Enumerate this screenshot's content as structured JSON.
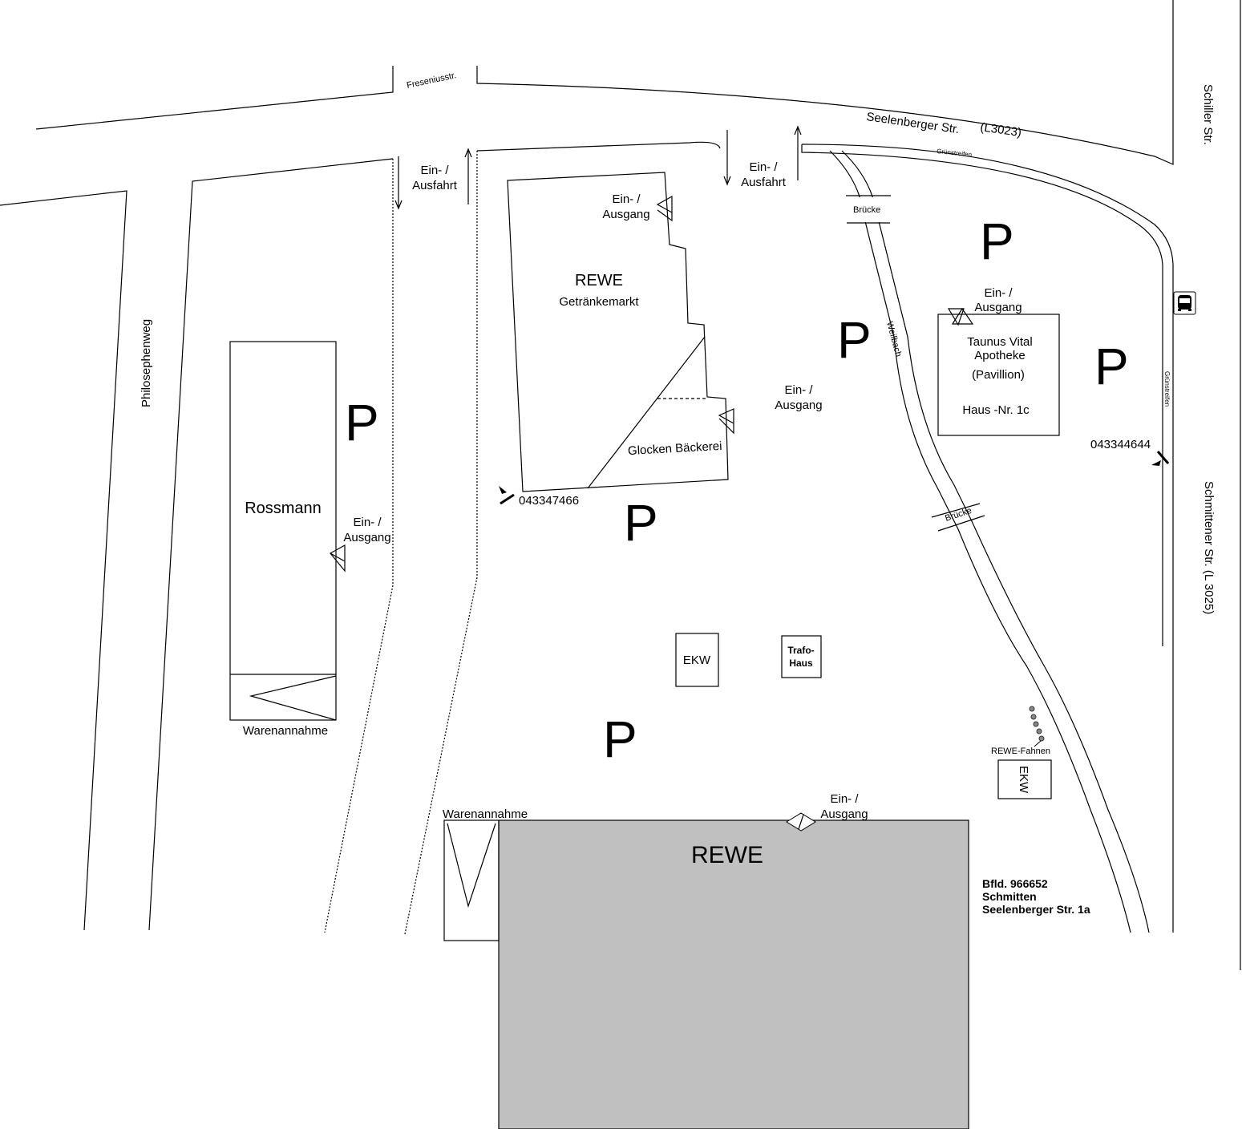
{
  "streets": {
    "fresenius": "Freseniusstr.",
    "seelenberger": "Seelenberger Str.",
    "seelenberger_code": "(L3023)",
    "schiller": "Schiller Str.",
    "schmittener": "Schmittener Str. (L 3025)",
    "philosophenweg": "Philosephenweg",
    "gruenstreifen": "Grünstreifen",
    "weilbach": "Weilbach",
    "bruecke": "Brücke"
  },
  "labels": {
    "ein": "Ein- /",
    "ausfahrt": "Ausfahrt",
    "ausgang": "Ausgang",
    "parking": "P",
    "warenannahme": "Warenannahme",
    "rewe_fahnen": "REWE-Fahnen",
    "ekw": "EKW",
    "trafo1": "Trafo-",
    "trafo2": "Haus"
  },
  "buildings": {
    "rossmann": "Rossmann",
    "getraenke1": "REWE",
    "getraenke2": "Getränkemarkt",
    "baeckerei": "Glocken Bäckerei",
    "apotheke1": "Taunus Vital",
    "apotheke2": "Apotheke",
    "apotheke3": "(Pavillion)",
    "apotheke4": "Haus -Nr. 1c",
    "rewe": "REWE"
  },
  "ids": {
    "left": "043347466",
    "right": "043344644"
  },
  "address": {
    "line1": "Bfld. 966652",
    "line2": "Schmitten",
    "line3": "Seelenberger Str. 1a"
  },
  "icons": {
    "bus": "bus-stop-icon"
  },
  "colors": {
    "rewe_fill": "#c0c0c0"
  }
}
